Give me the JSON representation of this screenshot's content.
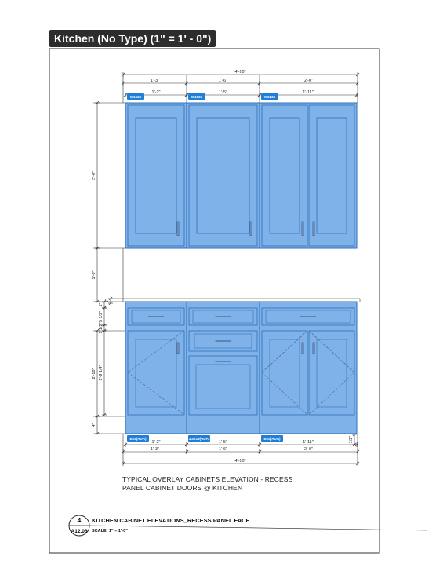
{
  "view_title": "Kitchen (No Type) (1\" = 1' - 0\")",
  "dimensions": {
    "overall_top": "4'-10\"",
    "upper_row_1": [
      "1'-3\"",
      "1'-6\"",
      "2'-0\""
    ],
    "upper_row_2": [
      "1'-2\"",
      "1'-5\"",
      "1'-11\""
    ],
    "lower_row_1": [
      "1'-2\"",
      "1'-5\"",
      "1'-11\""
    ],
    "lower_row_2": [
      "1'-3\"",
      "1'-6\"",
      "2'-0\""
    ],
    "overall_bottom": "4'-10\"",
    "left_upper_height": "3'-0\"",
    "left_gap": "1'-0\"",
    "left_drawer_small_a": "1\"",
    "left_drawer_small_b": "1 1/2\"",
    "left_drawer_small_c": "1\"",
    "left_drawer": "5 1/2\"",
    "left_base_total": "2'-10\"",
    "left_door": "1'-9 1/4\"",
    "left_toe": "4\"",
    "right_small": "1/2\""
  },
  "cabinet_tags": {
    "upper": [
      "W1536",
      "W1836",
      "W2436"
    ],
    "base": [
      "B15(ADA)",
      "3DB18(ADA)",
      "B24(ADA)"
    ]
  },
  "colors": {
    "fill": "#7fb2e8",
    "stroke": "#2f6fb9",
    "tag": "#1f7fd8"
  },
  "notes": [
    "TYPICAL OVERLAY CABINETS ELEVATION - RECESS",
    "PANEL CABINET DOORS @ KITCHEN"
  ],
  "callout": {
    "number": "4",
    "sheet": "A12.06",
    "title": "KITCHEN CABINET ELEVATIONS_RECESS PANEL FACE",
    "scale": "SCALE: 1\" = 1'-0\""
  }
}
